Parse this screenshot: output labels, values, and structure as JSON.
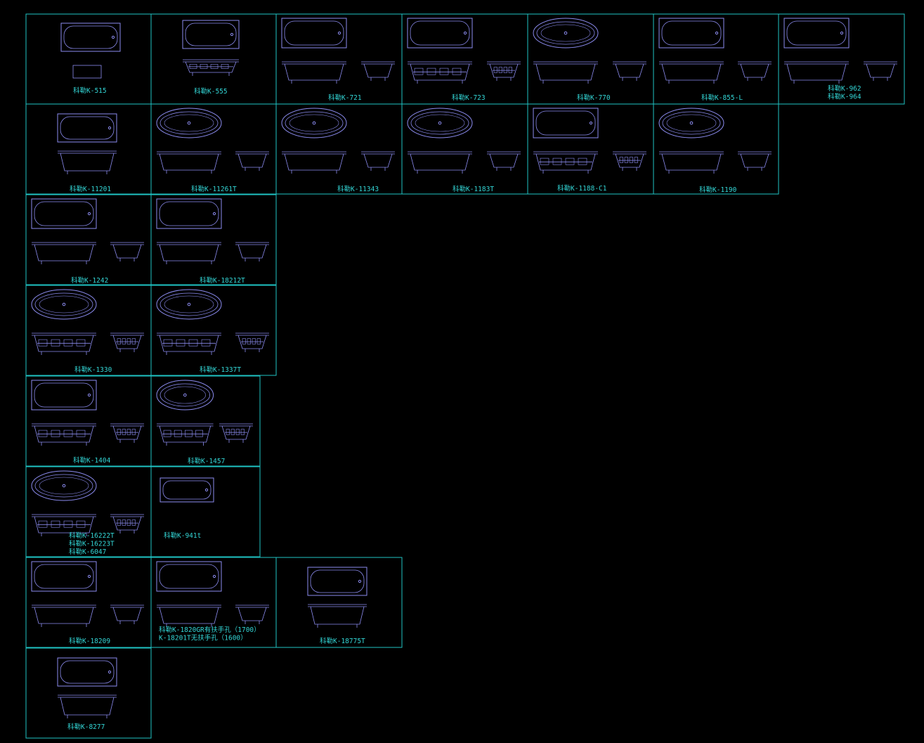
{
  "colors": {
    "background": "#000000",
    "frame": "#1fc4c4",
    "drawing": "#8c8cf0",
    "label": "#33d6d6"
  },
  "cells": [
    {
      "labels": [
        "科勒K-515"
      ],
      "kind": "rect-small"
    },
    {
      "labels": [
        "科勒K-555"
      ],
      "kind": "rect-long"
    },
    {
      "labels": [
        "科勒K-721"
      ],
      "kind": "rect-3view"
    },
    {
      "labels": [
        "科勒K-723"
      ],
      "kind": "rect-3view-pump"
    },
    {
      "labels": [
        "科勒K-770"
      ],
      "kind": "oval-3view"
    },
    {
      "labels": [
        "科勒K-855-L"
      ],
      "kind": "rect-3view"
    },
    {
      "labels": [
        "科勒K-962",
        "科勒K-964"
      ],
      "kind": "rect-3view-legs"
    },
    {
      "labels": [
        "科勒K-11201"
      ],
      "kind": "rect-2view"
    },
    {
      "labels": [
        "科勒K-11261T"
      ],
      "kind": "oval-3view"
    },
    {
      "labels": [
        "科勒K-11343"
      ],
      "kind": "oval-3view"
    },
    {
      "labels": [
        "科勒K-1183T"
      ],
      "kind": "oval-3view"
    },
    {
      "labels": [
        "科勒K-1188-C1"
      ],
      "kind": "rect-3view-pump"
    },
    {
      "labels": [
        "科勒K-1190"
      ],
      "kind": "oval-3view"
    },
    {
      "labels": [
        "科勒K-1242"
      ],
      "kind": "rect-3view"
    },
    {
      "labels": [
        "科勒K-18212T"
      ],
      "kind": "rect-3view"
    },
    {
      "labels": [
        "科勒K-1330"
      ],
      "kind": "oval-3view-pump"
    },
    {
      "labels": [
        "科勒K-1337T"
      ],
      "kind": "oval-3view-pump"
    },
    {
      "labels": [
        "科勒K-1404"
      ],
      "kind": "rect-3view-pump"
    },
    {
      "labels": [
        "科勒K-1457"
      ],
      "kind": "oval-3view-pump"
    },
    {
      "labels": [
        "科勒K-16222T",
        "科勒K-16223T",
        "科勒K-6047"
      ],
      "kind": "oval-3view-pump"
    },
    {
      "labels": [
        "科勒K-941t"
      ],
      "kind": "rect-plan-only"
    },
    {
      "labels": [
        "科勒K-18209"
      ],
      "kind": "rect-3view"
    },
    {
      "labels": [
        "科勒K-1820GR有扶手孔（1700）",
        "K-18201T无扶手孔（1600）"
      ],
      "kind": "rect-3view"
    },
    {
      "labels": [
        "科勒K-18775T"
      ],
      "kind": "rect-2view"
    },
    {
      "labels": [
        "科勒K-8277"
      ],
      "kind": "rect-2view"
    }
  ]
}
